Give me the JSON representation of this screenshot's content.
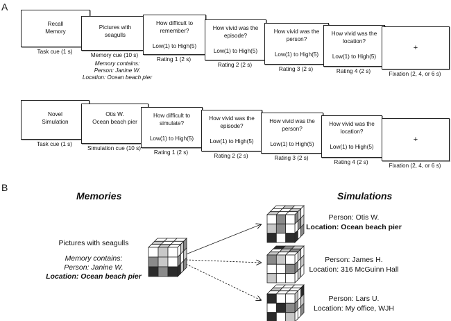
{
  "panel_a": {
    "letter": "A",
    "memory_row": {
      "frames": [
        {
          "text": "Recall\nMemory",
          "label": "Task cue (1 s)"
        },
        {
          "text": "Pictures with\nseagulls",
          "label": "Memory cue (10 s)"
        },
        {
          "text": "How difficult to\nremember?\n\nLow(1) to High(5)",
          "label": "Rating 1 (2 s)"
        },
        {
          "text": "How vivid was the\nepisode?\n\nLow(1) to High(5)",
          "label": "Rating 2 (2 s)"
        },
        {
          "text": "How vivid was the\nperson?\n\nLow(1) to High(5)",
          "label": "Rating 3 (2 s)"
        },
        {
          "text": "How vivid was the\nlocation?\n\nLow(1) to High(5)",
          "label": "Rating 4 (2 s)"
        },
        {
          "text": "+",
          "label": "Fixation (2, 4, or 6 s)"
        }
      ],
      "memory_contains": {
        "line1": "Memory contains:",
        "line2": "Person: Janine W.",
        "line3": "Location: Ocean beach pier"
      }
    },
    "simulation_row": {
      "frames": [
        {
          "text": "Novel\nSimulation",
          "label": "Task cue (1 s)"
        },
        {
          "text": "Otis W.\nOcean beach pier",
          "label": "Simulation cue (10 s)"
        },
        {
          "text": "How difficult to\nsimulate?\n\nLow(1) to High(5)",
          "label": "Rating 1 (2 s)"
        },
        {
          "text": "How vivid was the\nepisode?\n\nLow(1) to High(5)",
          "label": "Rating 2 (2 s)"
        },
        {
          "text": "How vivid was the\nperson?\n\nLow(1) to High(5)",
          "label": "Rating 3 (2 s)"
        },
        {
          "text": "How vivid was the\nlocation?\n\nLow(1) to High(5)",
          "label": "Rating 4 (2 s)"
        },
        {
          "text": "+",
          "label": "Fixation (2, 4, or 6 s)"
        }
      ]
    }
  },
  "panel_b": {
    "letter": "B",
    "memories_heading": "Memories",
    "simulations_heading": "Simulations",
    "memory": {
      "title": "Pictures with  seagulls",
      "contains": "Memory contains:",
      "person": "Person: Janine W.",
      "location": "Location: Ocean beach pier"
    },
    "simulations": [
      {
        "person": "Person: Otis W.",
        "location": "Location: Ocean beach pier",
        "location_bold": true
      },
      {
        "person": "Person: James H.",
        "location": "Location: 316 McGuinn Hall",
        "location_bold": false
      },
      {
        "person": "Person: Lars U.",
        "location": "Location: My office, WJH",
        "location_bold": false
      }
    ]
  },
  "colors": {
    "cell_white": "#ffffff",
    "cell_light": "#c8c8c8",
    "cell_mid": "#8a8a8a",
    "cell_dark": "#2b2b2b",
    "line": "#222222"
  }
}
